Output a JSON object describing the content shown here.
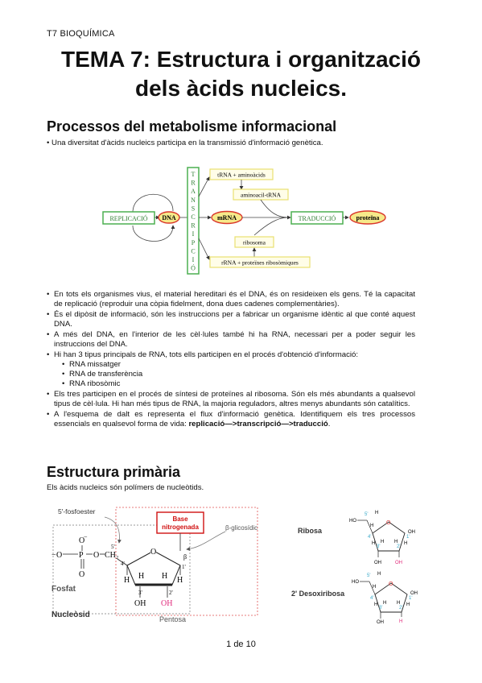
{
  "header": "T7 BIOQUÍMICA",
  "title": {
    "line1": "TEMA 7: Estructura i organització",
    "line2": "dels àcids nucleics."
  },
  "section1": {
    "heading": "Processos del metabolisme informacional",
    "intro": "Una diversitat d'àcids nucleics participa en la transmissió d'informació genètica."
  },
  "flow_diagram": {
    "replicacio": "REPLICACIÓ",
    "dna": "DNA",
    "transcripcio": [
      "T",
      "R",
      "A",
      "N",
      "S",
      "C",
      "R",
      "I",
      "P",
      "C",
      "I",
      "Ó"
    ],
    "trna": "tRNA + aminoàcids",
    "aminoacil": "aminoacil-tRNA",
    "mrna": "mRNA",
    "traduccio": "TRADUCCIÓ",
    "proteina": "proteïna",
    "ribosoma": "ribosoma",
    "rrna": "rRNA + proteïnes ribosòmiques"
  },
  "bullets": [
    "En tots els organismes vius, el material hereditari és el DNA, és on resideixen els gens. Té la capacitat de replicació (reproduir una còpia fidelment, dona dues cadenes complementàries).",
    "És el dipòsit de informació, són les instruccions per a fabricar un organisme idèntic al que conté aquest DNA.",
    "A més del DNA, en l'interior de les cèl·lules també hi ha RNA, necessari per a poder seguir les instruccions del DNA.",
    "Hi han 3 tipus principals de RNA, tots ells participen en el procés d'obtenció d'informació:",
    "Els tres participen en el procés de síntesi de proteïnes al ribosoma. Són els més abundants a qualsevol tipus de cèl·lula. Hi han més tipus de RNA, la majoria reguladors, altres menys abundants són catalítics."
  ],
  "rna_types": [
    "RNA missatger",
    "RNA de transferència",
    "RNA ribosòmic"
  ],
  "last_bullet": {
    "text": "A l'esquema de dalt es representa el flux d'informació genètica. Identifiquem els tres processos essencials en qualsevol forma de vida: ",
    "bold": "replicació—>transcripció—>traducció",
    "end": "."
  },
  "section2": {
    "heading": "Estructura primària",
    "intro": "Els àcids nucleics són polímers de nucleòtids."
  },
  "nucleotide": {
    "fosfoester": "5'-fosfoester",
    "base": "Base",
    "nitrogenada": "nitrogenada",
    "glicosidic": "β-glicosídic",
    "fosfat": "Fosfat",
    "nucleosid": "Nucleòsid",
    "pentosa": "Pentosa",
    "ribosa": "Ribosa",
    "desoxiribosa": "2' Desoxiribosa",
    "oh": "OH",
    "ho": "HO",
    "h": "H",
    "ch2": "CH₂",
    "o": "O",
    "p": "P",
    "beta": "β",
    "c5": "5'",
    "c4": "4'",
    "c3": "3'",
    "c2": "2'",
    "c1": "1'",
    "minus": "−"
  },
  "footer": "1 de 10",
  "colors": {
    "green_box": "#4caf50",
    "yellow_box": "#e8e070",
    "red_oval": "#d9362b",
    "pink_oh": "#e0287a",
    "cyan_num": "#3aa9c8",
    "base_red": "#d01010"
  }
}
